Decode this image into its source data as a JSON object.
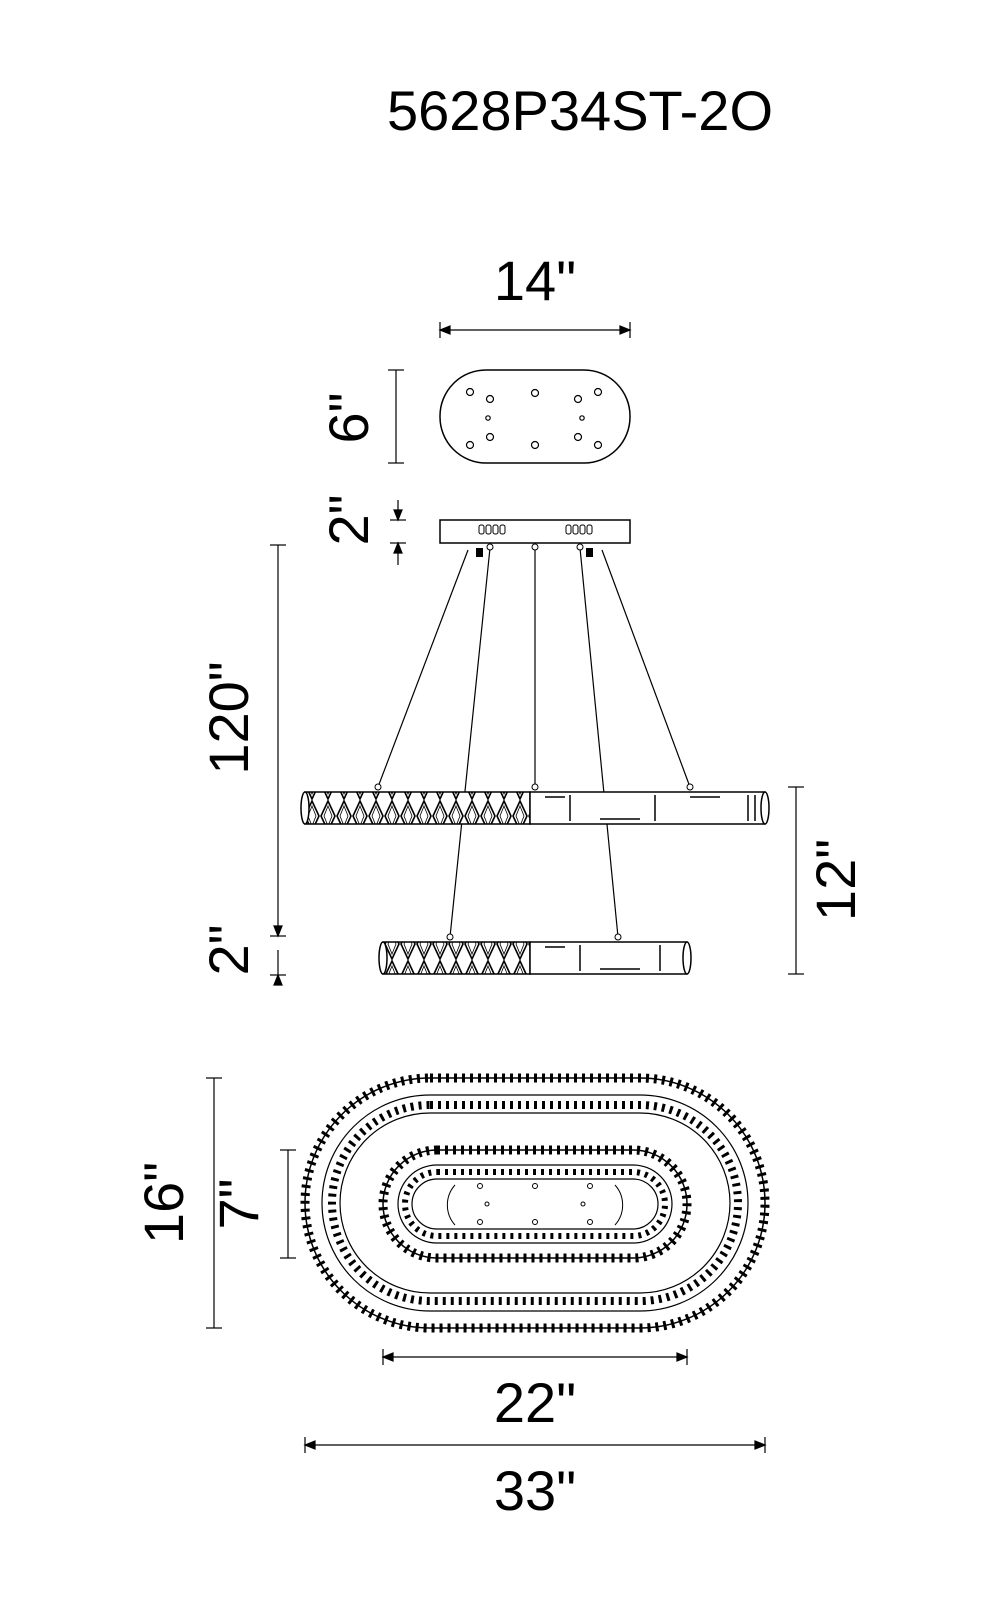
{
  "title": "5628P34ST-2O",
  "dimensions": {
    "canopy_width": "14\"",
    "canopy_depth": "6\"",
    "canopy_height": "2\"",
    "cable_length": "120\"",
    "ring_height": "2\"",
    "drop_between_rings": "12\"",
    "outer_ring_depth": "16\"",
    "inner_ring_depth": "7\"",
    "inner_ring_width": "22\"",
    "outer_ring_width": "33\""
  },
  "colors": {
    "line": "#000000",
    "background": "#ffffff"
  }
}
